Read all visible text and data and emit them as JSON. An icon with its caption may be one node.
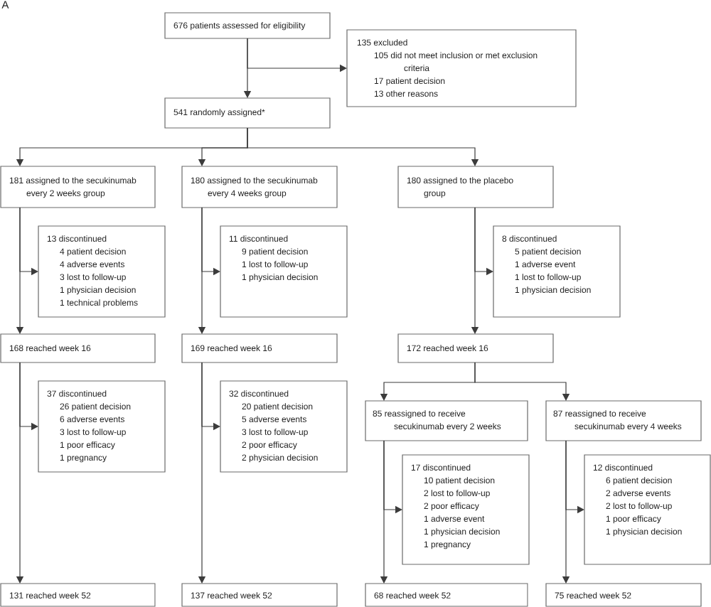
{
  "diagram": {
    "nodes": [
      {
        "text": [
          "676 patients assessed for eligibility"
        ]
      },
      {
        "text": [
          "135 excluded",
          "105 did not meet inclusion or met exclusion criteria",
          "17 patient decision",
          "13 other reasons"
        ]
      },
      {
        "text": [
          "541 randomly assigned*"
        ]
      },
      {
        "text": [
          "181 assigned to the secukinumab every 2 weeks group"
        ]
      },
      {
        "text": [
          "180 assigned to the secukinumab every 4 weeks group"
        ]
      },
      {
        "text": [
          "180 assigned to the placebo group"
        ]
      },
      {
        "text": [
          "13 discontinued",
          "4 patient decision",
          "4 adverse events",
          "3 lost to follow-up",
          "1 physician decision",
          "1 technical problems"
        ]
      },
      {
        "text": [
          "11 discontinued",
          "9 patient decision",
          "1 lost to follow-up",
          "1 physician decision"
        ]
      },
      {
        "text": [
          "8 discontinued",
          "5 patient decision",
          "1 adverse event",
          "1 lost to follow-up",
          "1 physician decision"
        ]
      },
      {
        "text": [
          "168 reached week 16"
        ]
      },
      {
        "text": [
          "169 reached week 16"
        ]
      },
      {
        "text": [
          "172 reached week 16"
        ]
      },
      {
        "text": [
          "37 discontinued",
          "26 patient decision",
          "6 adverse events",
          "3 lost to follow-up",
          "1 poor efficacy",
          "1 pregnancy"
        ]
      },
      {
        "text": [
          "32 discontinued",
          "20 patient decision",
          "5 adverse events",
          "3 lost to follow-up",
          "2 poor efficacy",
          "2 physician decision"
        ]
      },
      {
        "text": [
          "85 reassigned to receive secukinumab every 2 weeks"
        ]
      },
      {
        "text": [
          "87 reassigned to receive secukinumab every 4 weeks"
        ]
      },
      {
        "text": [
          "17 discontinued",
          "10 patient decision",
          "2 lost to follow-up",
          "2 poor efficacy",
          "1 adverse event",
          "1 physician decision",
          "1 pregnancy"
        ]
      },
      {
        "text": [
          "12 discontinued",
          "6 patient decision",
          "2 adverse events",
          "2 lost to follow-up",
          "1 poor efficacy",
          "1 physician decision"
        ]
      },
      {
        "text": [
          "131 reached week 52"
        ]
      },
      {
        "text": [
          "137 reached week 52"
        ]
      },
      {
        "text": [
          "68 reached week 52"
        ]
      },
      {
        "text": [
          "75 reached week 52"
        ]
      }
    ],
    "edges": [
      {
        "from": 0,
        "to": 2,
        "arrow": "to"
      },
      {
        "from": 0,
        "to": 1,
        "arrow": "to"
      },
      {
        "from": 2,
        "to": 3,
        "arrow": "to"
      },
      {
        "from": 2,
        "to": 4,
        "arrow": "to"
      },
      {
        "from": 2,
        "to": 5,
        "arrow": "to"
      },
      {
        "from": 3,
        "to": 6,
        "arrow": "to"
      },
      {
        "from": 3,
        "to": 9,
        "arrow": "to"
      },
      {
        "from": 4,
        "to": 7,
        "arrow": "to"
      },
      {
        "from": 4,
        "to": 10,
        "arrow": "to"
      },
      {
        "from": 5,
        "to": 8,
        "arrow": "to"
      },
      {
        "from": 5,
        "to": 11,
        "arrow": "to"
      },
      {
        "from": 9,
        "to": 12,
        "arrow": "to"
      },
      {
        "from": 9,
        "to": 18,
        "arrow": "to"
      },
      {
        "from": 10,
        "to": 13,
        "arrow": "to"
      },
      {
        "from": 10,
        "to": 19,
        "arrow": "to"
      },
      {
        "from": 11,
        "to": 14,
        "arrow": "to"
      },
      {
        "from": 11,
        "to": 15,
        "arrow": "to"
      },
      {
        "from": 14,
        "to": 16,
        "arrow": "to"
      },
      {
        "from": 14,
        "to": 20,
        "arrow": "to"
      },
      {
        "from": 15,
        "to": 17,
        "arrow": "to"
      },
      {
        "from": 15,
        "to": 21,
        "arrow": "to"
      }
    ],
    "labels": [
      "A"
    ]
  }
}
